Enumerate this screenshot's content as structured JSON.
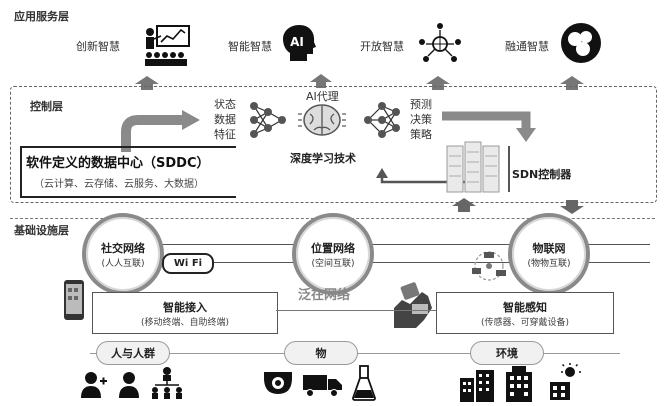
{
  "layers": {
    "application": "应用服务层",
    "control": "控制层",
    "infrastructure": "基础设施层"
  },
  "app_services": [
    {
      "label": "创新智慧",
      "icon": "presentation-audience-icon"
    },
    {
      "label": "智能智慧",
      "icon": "ai-head-icon"
    },
    {
      "label": "开放智慧",
      "icon": "network-people-icon"
    },
    {
      "label": "融通智慧",
      "icon": "merged-circles-icon"
    }
  ],
  "control": {
    "state_labels": [
      "状态",
      "数据",
      "特征"
    ],
    "ai_agent": "AI代理",
    "predict_labels": [
      "预测",
      "决策",
      "策略"
    ],
    "deep_learning": "深度学习技术",
    "sddc_title": "软件定义的数据中心（SDDC）",
    "sddc_sub": "（云计算、云存储、云服务、大数据）",
    "sdn": "SDN控制器"
  },
  "infrastructure": {
    "nodes": [
      {
        "title": "社交网络",
        "sub": "(人人互联)"
      },
      {
        "title": "位置网络",
        "sub": "(空间互联)"
      },
      {
        "title": "物联网",
        "sub": "(物物互联)"
      }
    ],
    "wifi": "Wi Fi",
    "pervasive": "泛在网络",
    "smart_access": {
      "title": "智能接入",
      "sub": "(移动终端、自助终端)"
    },
    "smart_sensing": {
      "title": "智能感知",
      "sub": "(传感器、可穿戴设备)"
    }
  },
  "bottom": [
    {
      "label": "人与人群",
      "icons": [
        "add-user-icon",
        "person-icon",
        "org-chart-icon"
      ]
    },
    {
      "label": "物",
      "icons": [
        "camera-icon",
        "truck-icon",
        "flask-icon"
      ]
    },
    {
      "label": "环境",
      "icons": [
        "buildings-icon",
        "building-icon",
        "sun-icon"
      ]
    }
  ]
}
